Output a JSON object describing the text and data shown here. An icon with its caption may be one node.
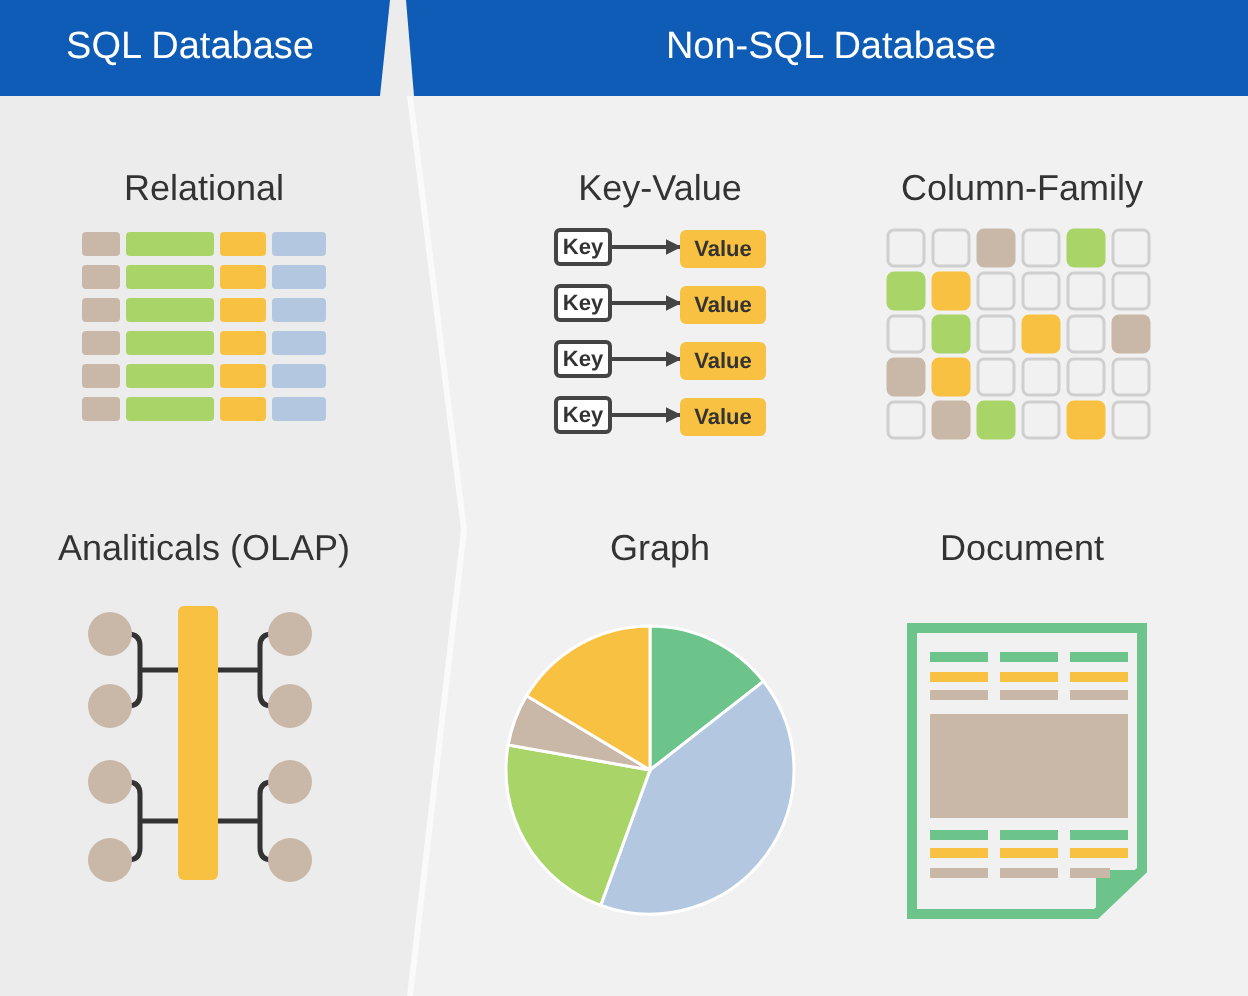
{
  "diagram": {
    "nodes": [
      {
        "text": [
          "SQL Database"
        ]
      },
      {
        "text": [
          "Non-SQL Database"
        ]
      },
      {
        "text": [
          "Key"
        ]
      },
      {
        "text": [
          "Value"
        ]
      },
      {
        "text": [
          "Key"
        ]
      },
      {
        "text": [
          "Value"
        ]
      },
      {
        "text": [
          "Key"
        ]
      },
      {
        "text": [
          "Value"
        ]
      },
      {
        "text": [
          "Key"
        ]
      },
      {
        "text": [
          "Value"
        ]
      }
    ],
    "edges": [
      {
        "from": 2,
        "to": 3,
        "arrow": "to"
      },
      {
        "from": 4,
        "to": 5,
        "arrow": "to"
      },
      {
        "from": 6,
        "to": 7,
        "arrow": "to"
      },
      {
        "from": 8,
        "to": 9,
        "arrow": "to"
      }
    ],
    "labels": [
      "Relational",
      "Key-Value",
      "Column-Family",
      "Analiticals (OLAP)",
      "Graph",
      "Document"
    ]
  }
}
